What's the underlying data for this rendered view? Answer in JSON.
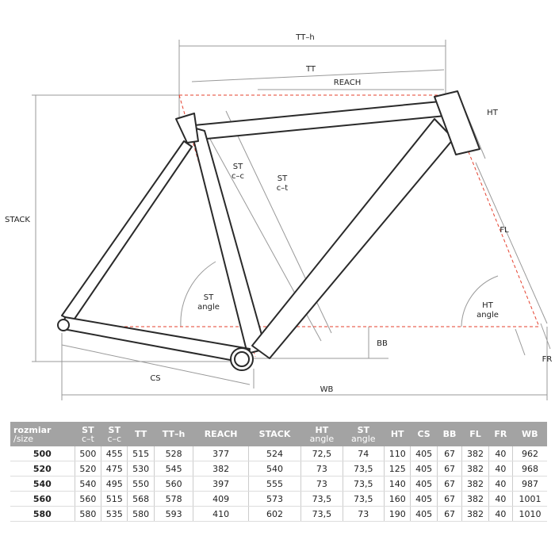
{
  "labels": {
    "tt_h": "TT–h",
    "tt": "TT",
    "reach": "REACH",
    "ht": "HT",
    "st_cc_1": "ST",
    "st_cc_2": "c–c",
    "st_ct_1": "ST",
    "st_ct_2": "c–t",
    "stack": "STACK",
    "fl": "FL",
    "st_angle_1": "ST",
    "st_angle_2": "angle",
    "ht_angle_1": "HT",
    "ht_angle_2": "angle",
    "bb": "BB",
    "fr": "FR",
    "cs": "CS",
    "wb": "WB"
  },
  "colors": {
    "frame": "#2a2a2a",
    "dims": "#999999",
    "guides": "#e5402e",
    "header": "#a3a3a3"
  },
  "table": {
    "headers": [
      [
        "rozmiar",
        "/size"
      ],
      [
        "ST",
        "c–t"
      ],
      [
        "ST",
        "c–c"
      ],
      [
        "TT",
        ""
      ],
      [
        "TT–h",
        ""
      ],
      [
        "REACH",
        ""
      ],
      [
        "STACK",
        ""
      ],
      [
        "HT",
        "angle"
      ],
      [
        "ST",
        "angle"
      ],
      [
        "HT",
        ""
      ],
      [
        "CS",
        ""
      ],
      [
        "BB",
        ""
      ],
      [
        "FL",
        ""
      ],
      [
        "FR",
        ""
      ],
      [
        "WB",
        ""
      ]
    ],
    "rows": [
      [
        "500",
        "500",
        "455",
        "515",
        "528",
        "377",
        "524",
        "72,5",
        "74",
        "110",
        "405",
        "67",
        "382",
        "40",
        "962"
      ],
      [
        "520",
        "520",
        "475",
        "530",
        "545",
        "382",
        "540",
        "73",
        "73,5",
        "125",
        "405",
        "67",
        "382",
        "40",
        "968"
      ],
      [
        "540",
        "540",
        "495",
        "550",
        "560",
        "397",
        "555",
        "73",
        "73,5",
        "140",
        "405",
        "67",
        "382",
        "40",
        "987"
      ],
      [
        "560",
        "560",
        "515",
        "568",
        "578",
        "409",
        "573",
        "73,5",
        "73,5",
        "160",
        "405",
        "67",
        "382",
        "40",
        "1001"
      ],
      [
        "580",
        "580",
        "535",
        "580",
        "593",
        "410",
        "602",
        "73,5",
        "73",
        "190",
        "405",
        "67",
        "382",
        "40",
        "1010"
      ]
    ]
  }
}
